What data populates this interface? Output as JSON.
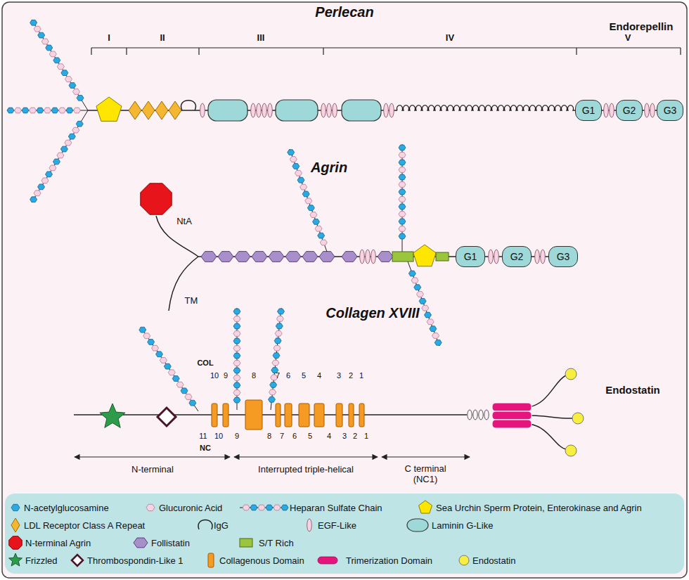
{
  "diagram": {
    "nodes": [
      {
        "text": [
          "G1"
        ]
      },
      {
        "text": [
          "G2"
        ]
      },
      {
        "text": [
          "G3"
        ]
      },
      {
        "text": [
          "G1"
        ]
      },
      {
        "text": [
          "G2"
        ]
      },
      {
        "text": [
          "G3"
        ]
      }
    ],
    "edges": [
      {
        "from": 0,
        "to": 1,
        "arrow": "none"
      },
      {
        "from": 1,
        "to": 2,
        "arrow": "none"
      },
      {
        "from": 3,
        "to": 4,
        "arrow": "none"
      },
      {
        "from": 4,
        "to": 5,
        "arrow": "none"
      }
    ],
    "labels": [
      "Perlecan",
      "Endorepellin",
      "I",
      "II",
      "III",
      "IV",
      "V",
      "Agrin",
      "NtA",
      "TM",
      "Collagen XVIII",
      "COL",
      "NC",
      "10",
      "9",
      "8",
      "7",
      "6",
      "5",
      "4",
      "3",
      "2",
      "1",
      "11",
      "10",
      "9",
      "8",
      "7",
      "6",
      "5",
      "4",
      "3",
      "2",
      "1",
      "Endostatin",
      "N-terminal",
      "Interrupted triple-helical",
      "C terminal (NC1)"
    ],
    "legend": [
      {
        "text": "N-acetylglucosamine",
        "color": "#29aae2"
      },
      {
        "text": "Glucuronic Acid",
        "color": "#f7d3e3"
      },
      {
        "text": "Heparan Sulfate Chain"
      },
      {
        "text": "Sea Urchin Sperm Protein, Enterokinase and Agrin",
        "color": "#ffe600"
      },
      {
        "text": "LDL Receptor Class A Repeat",
        "color": "#f5b731"
      },
      {
        "text": "IgG"
      },
      {
        "text": "EGF-Like",
        "color": "#f7d3e3"
      },
      {
        "text": "Laminin G-Like",
        "color": "#9fd8d8"
      },
      {
        "text": "N-terminal Agrin",
        "color": "#e8141b"
      },
      {
        "text": "Follistatin",
        "color": "#a98fc9"
      },
      {
        "text": "S/T Rich",
        "color": "#9bc53d"
      },
      {
        "text": "Frizzled",
        "color": "#2e9b4b"
      },
      {
        "text": "Thrombospondin-Like 1",
        "color": "#4a1424"
      },
      {
        "text": "Collagenous Domain",
        "color": "#f59a23"
      },
      {
        "text": "Trimerization Domain",
        "color": "#e6157e"
      },
      {
        "text": "Endostatin",
        "color": "#f8ee3f"
      }
    ]
  }
}
